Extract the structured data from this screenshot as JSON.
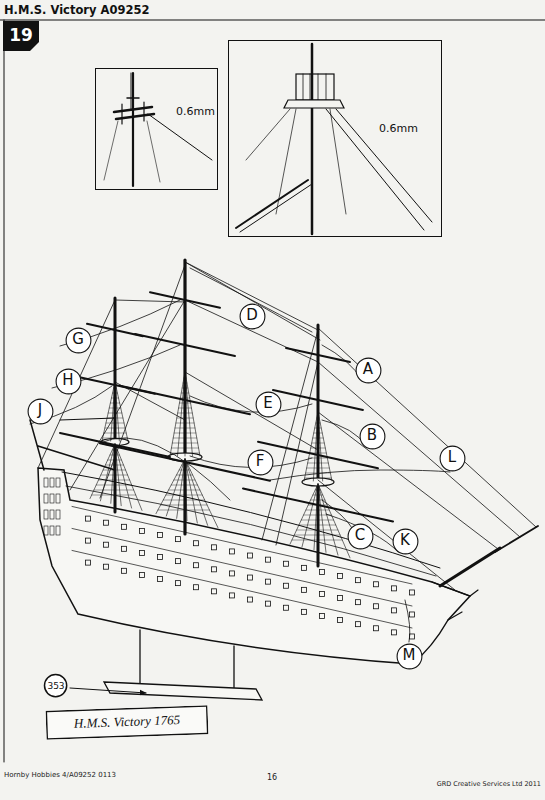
{
  "diagram": {
    "title": "H.M.S. Victory A09252",
    "nodes": [
      {
        "text": [
          "19"
        ]
      },
      {
        "text": [
          "0.6mm"
        ]
      },
      {
        "text": [
          "0.6mm"
        ]
      },
      {
        "text": [
          "D"
        ]
      },
      {
        "text": [
          "G"
        ]
      },
      {
        "text": [
          "A"
        ]
      },
      {
        "text": [
          "H"
        ]
      },
      {
        "text": [
          "E"
        ]
      },
      {
        "text": [
          "J"
        ]
      },
      {
        "text": [
          "B"
        ]
      },
      {
        "text": [
          "L"
        ]
      },
      {
        "text": [
          "F"
        ]
      },
      {
        "text": [
          "C"
        ]
      },
      {
        "text": [
          "K"
        ]
      },
      {
        "text": [
          "M"
        ]
      },
      {
        "text": [
          "353"
        ]
      },
      {
        "text": [
          "H.M.S. Victory 1765"
        ]
      }
    ],
    "labels": [
      "Hornby Hobbies 4/A09252 0113",
      "16",
      "GRD Creative Services Ltd 2011"
    ]
  }
}
